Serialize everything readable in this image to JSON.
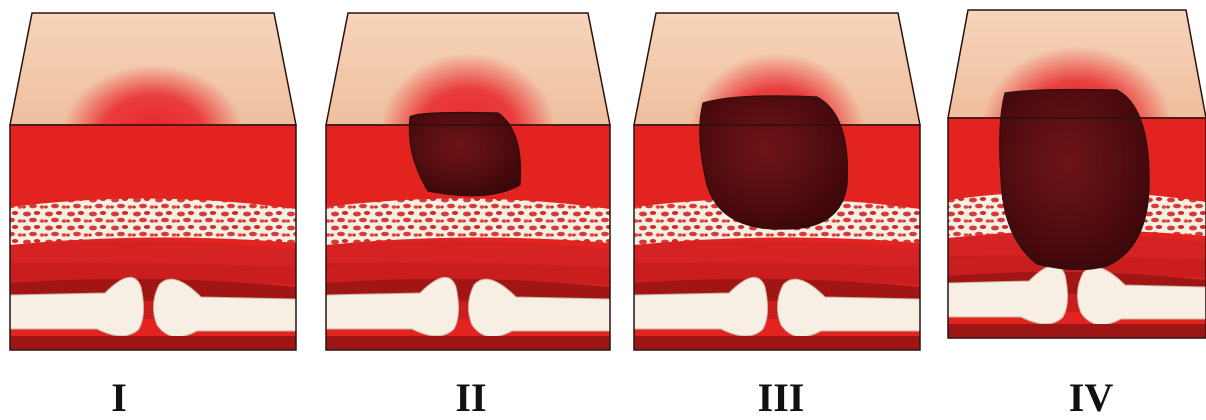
{
  "figure": {
    "stages": [
      {
        "label": "I"
      },
      {
        "label": "II"
      },
      {
        "label": "III"
      },
      {
        "label": "IV"
      }
    ]
  },
  "colors": {
    "skin": "#f3c9ac",
    "redness": "#e8252a",
    "dermis": "#e2231f",
    "fat_background": "#f7efe2",
    "fat_cells": "#d63b3b",
    "muscle": "#c81d1d",
    "muscle_dark": "#9e1515",
    "bone": "#f7eee4",
    "necrosis": "#5a0d10",
    "outline": "#2a1010"
  }
}
